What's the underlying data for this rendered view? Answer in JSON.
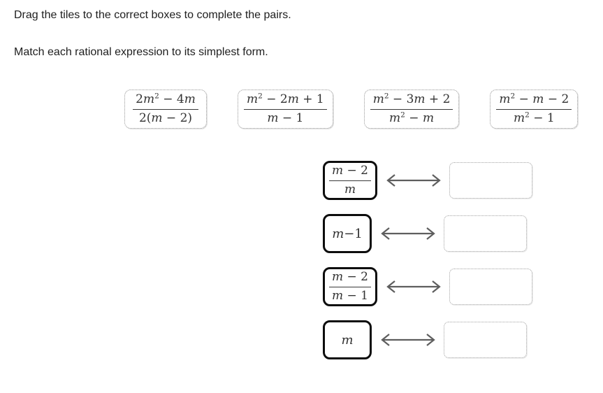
{
  "instructions": {
    "drag_hint": "Drag the tiles to the correct boxes to complete the pairs.",
    "task": "Match each rational expression to its simplest form."
  },
  "tiles": [
    {
      "num": "2m^2 − 4m",
      "den": "2(m − 2)"
    },
    {
      "num": "m^2 − 2m + 1",
      "den": "m − 1"
    },
    {
      "num": "m^2 − 3m + 2",
      "den": "m^2 − m"
    },
    {
      "num": "m^2 − m − 2",
      "den": "m^2 − 1"
    }
  ],
  "pairs": [
    {
      "tile": {
        "num": "m − 2",
        "den": "m"
      },
      "answer": ""
    },
    {
      "tile": {
        "text": "m−1"
      },
      "answer": ""
    },
    {
      "tile": {
        "num": "m − 2",
        "den": "m − 1"
      },
      "answer": ""
    },
    {
      "tile": {
        "text": "m"
      },
      "answer": ""
    }
  ],
  "icons": {
    "pair_connector": "double-headed-arrow"
  },
  "colors": {
    "instruction_text": "#1e1e1e",
    "math_text": "#333333",
    "tile_border_dotted": "#969696",
    "label_tile_border": "#0d0d0d",
    "drop_box_border": "#a3a3a3",
    "arrow": "#5e5e5e"
  }
}
